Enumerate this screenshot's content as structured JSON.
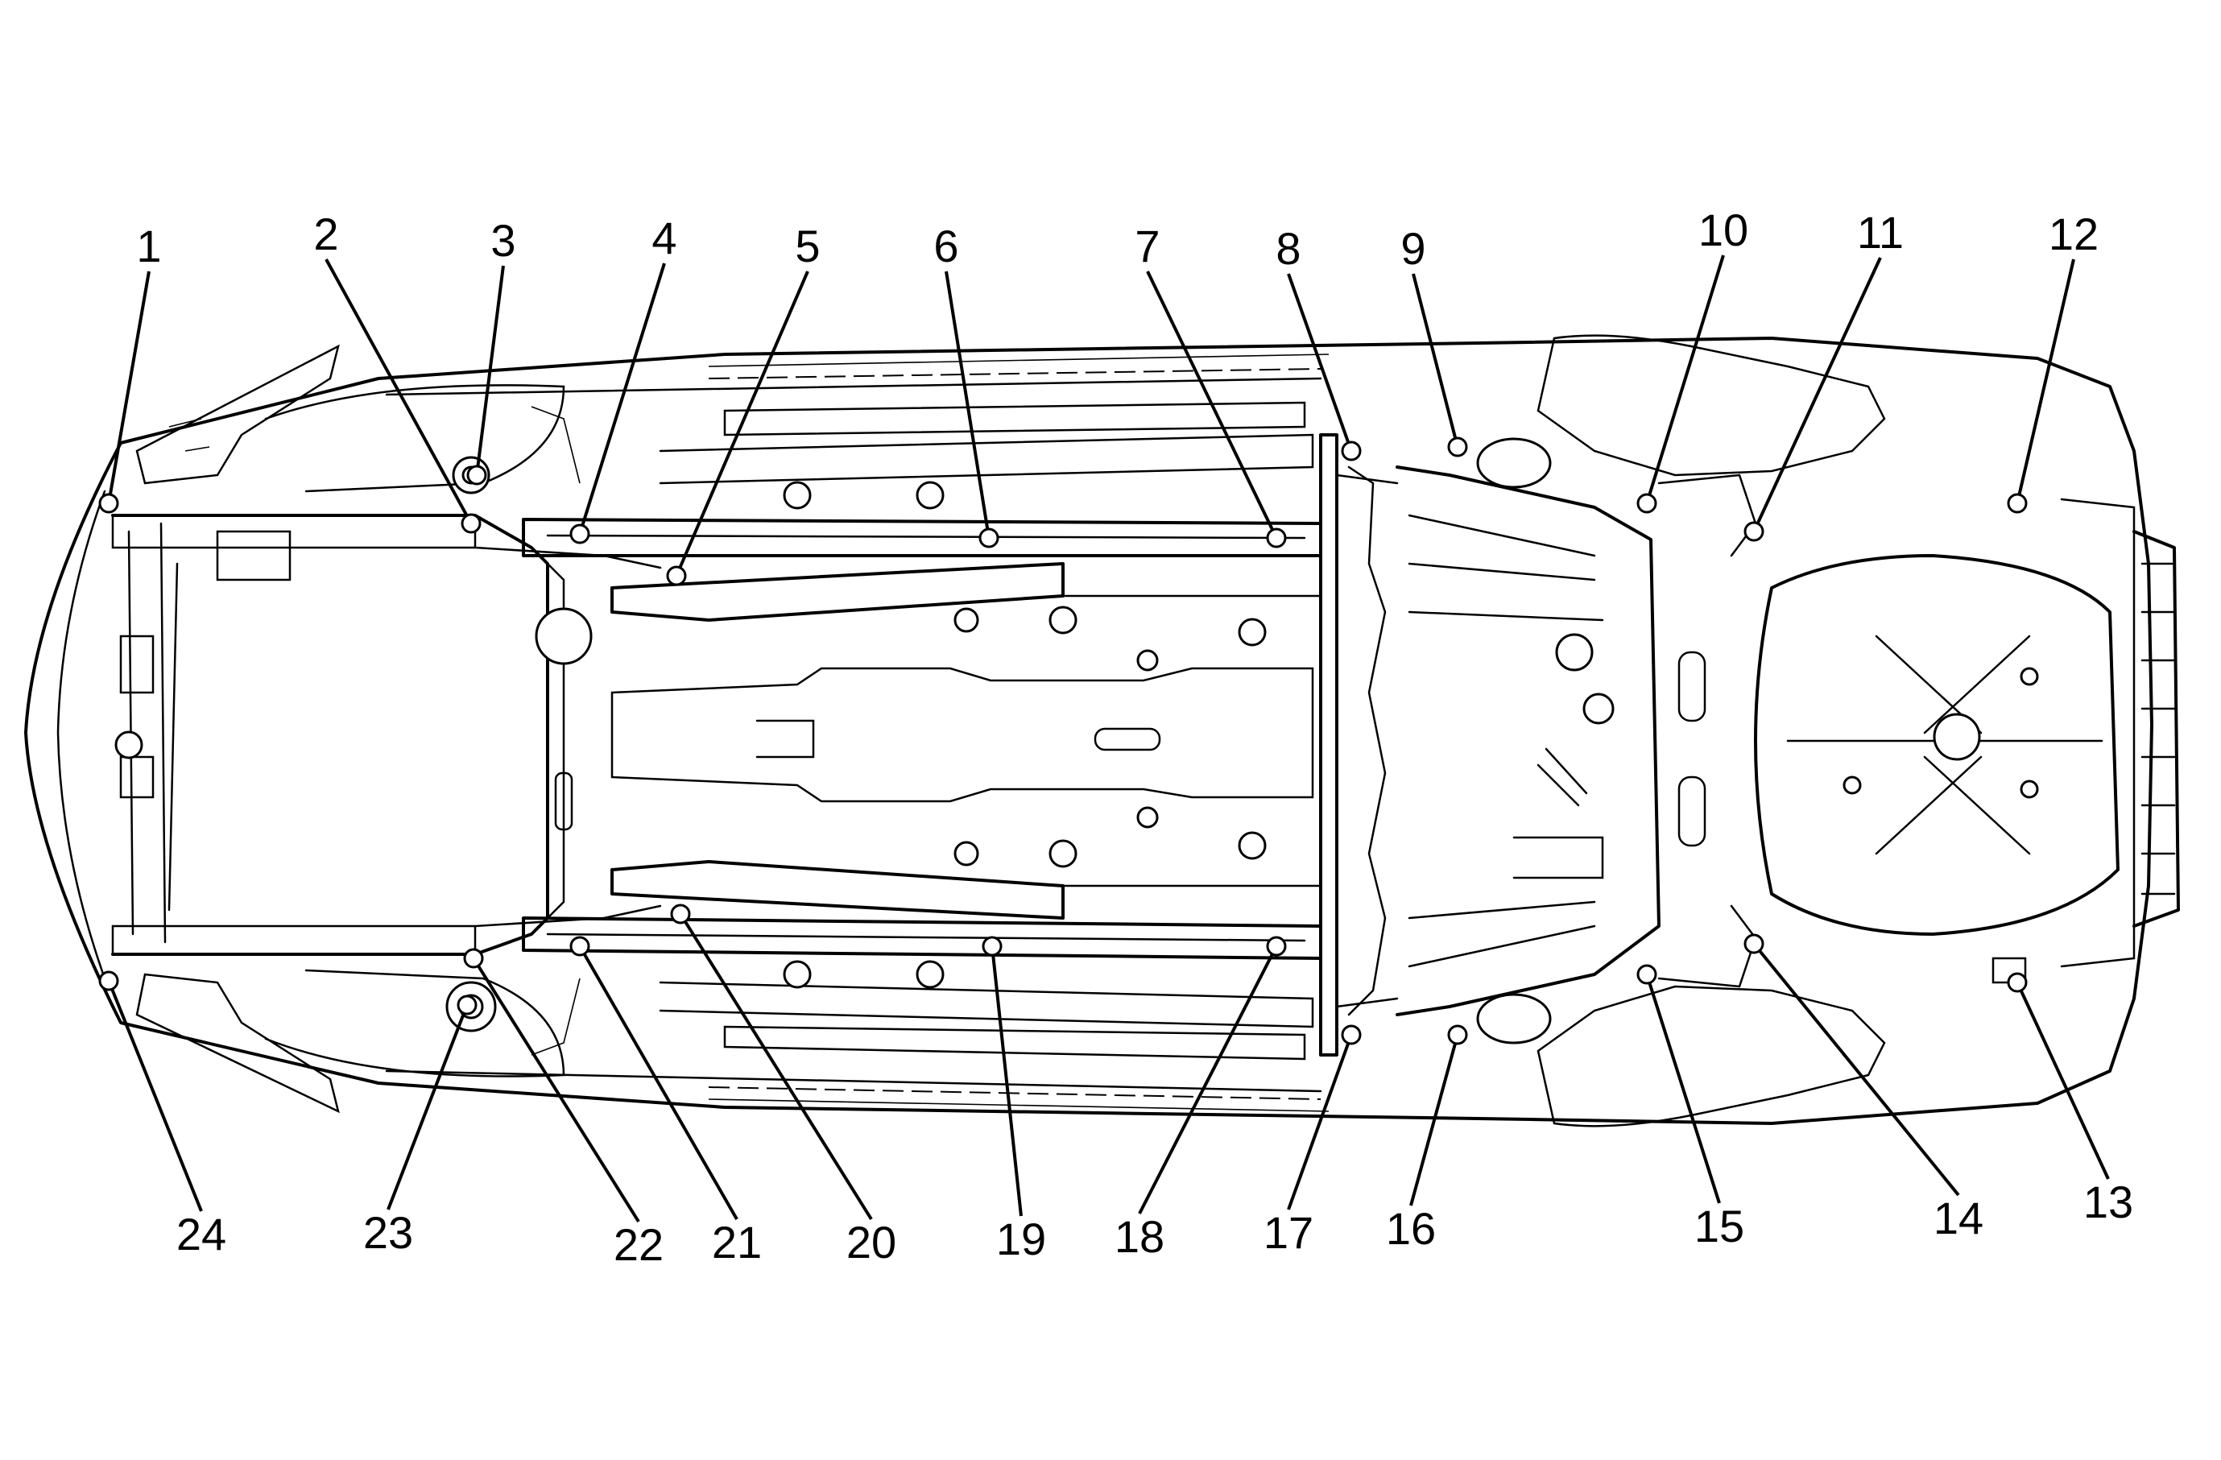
{
  "figure": {
    "subject": "vehicle underbody",
    "callouts": [
      {
        "number": "1"
      },
      {
        "number": "2"
      },
      {
        "number": "3"
      },
      {
        "number": "4"
      },
      {
        "number": "5"
      },
      {
        "number": "6"
      },
      {
        "number": "7"
      },
      {
        "number": "8"
      },
      {
        "number": "9"
      },
      {
        "number": "10"
      },
      {
        "number": "11"
      },
      {
        "number": "12"
      },
      {
        "number": "13"
      },
      {
        "number": "14"
      },
      {
        "number": "15"
      },
      {
        "number": "16"
      },
      {
        "number": "17"
      },
      {
        "number": "18"
      },
      {
        "number": "19"
      },
      {
        "number": "20"
      },
      {
        "number": "21"
      },
      {
        "number": "22"
      },
      {
        "number": "23"
      },
      {
        "number": "24"
      }
    ]
  }
}
